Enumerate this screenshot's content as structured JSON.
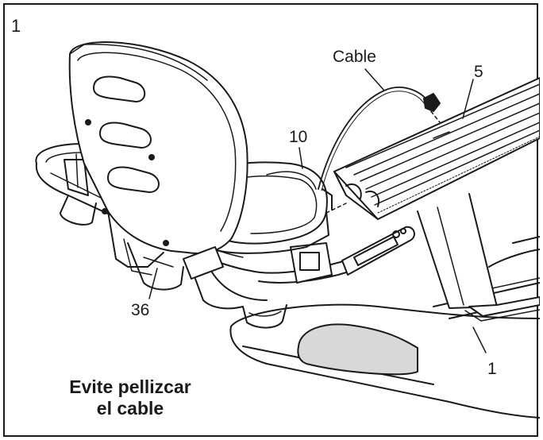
{
  "figure": {
    "step_number": "1",
    "callouts": {
      "cable": "Cable",
      "part_5": "5",
      "part_10": "10",
      "part_36": "36",
      "part_1": "1"
    },
    "warning": {
      "line1": "Evite pellizcar",
      "line2": "el cable"
    }
  }
}
